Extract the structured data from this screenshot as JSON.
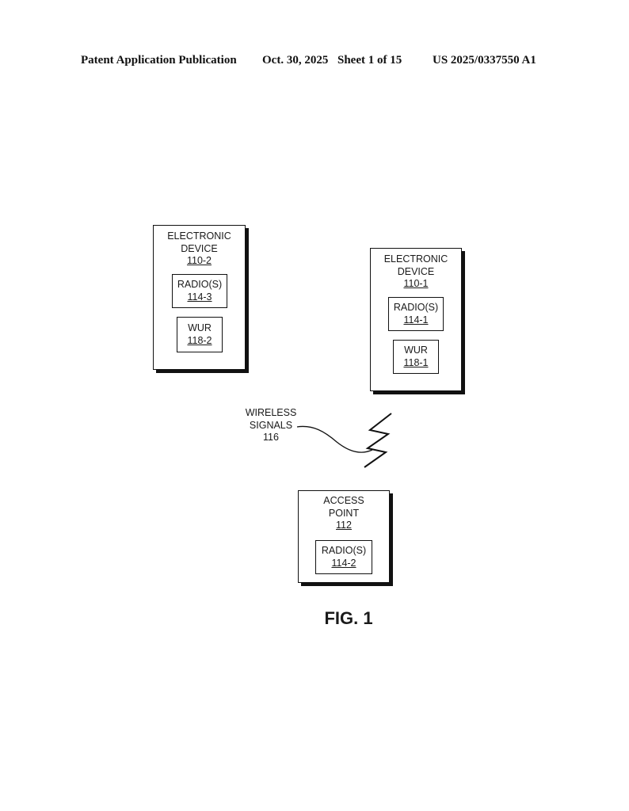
{
  "header": {
    "publication": "Patent Application Publication",
    "date": "Oct. 30, 2025",
    "sheet": "Sheet 1 of 15",
    "number": "US 2025/0337550 A1"
  },
  "devices": [
    {
      "title_line1": "ELECTRONIC",
      "title_line2": "DEVICE",
      "ref": "110-2",
      "radio": {
        "label": "RADIO(S)",
        "ref": "114-3"
      },
      "wur": {
        "label": "WUR",
        "ref": "118-2"
      }
    },
    {
      "title_line1": "ELECTRONIC",
      "title_line2": "DEVICE",
      "ref": "110-1",
      "radio": {
        "label": "RADIO(S)",
        "ref": "114-1"
      },
      "wur": {
        "label": "WUR",
        "ref": "118-1"
      }
    }
  ],
  "signals": {
    "line1": "WIRELESS",
    "line2": "SIGNALS",
    "ref": "116"
  },
  "access_point": {
    "title_line1": "ACCESS",
    "title_line2": "POINT",
    "ref": "112",
    "radio": {
      "label": "RADIO(S)",
      "ref": "114-2"
    }
  },
  "figure_label": "FIG. 1"
}
